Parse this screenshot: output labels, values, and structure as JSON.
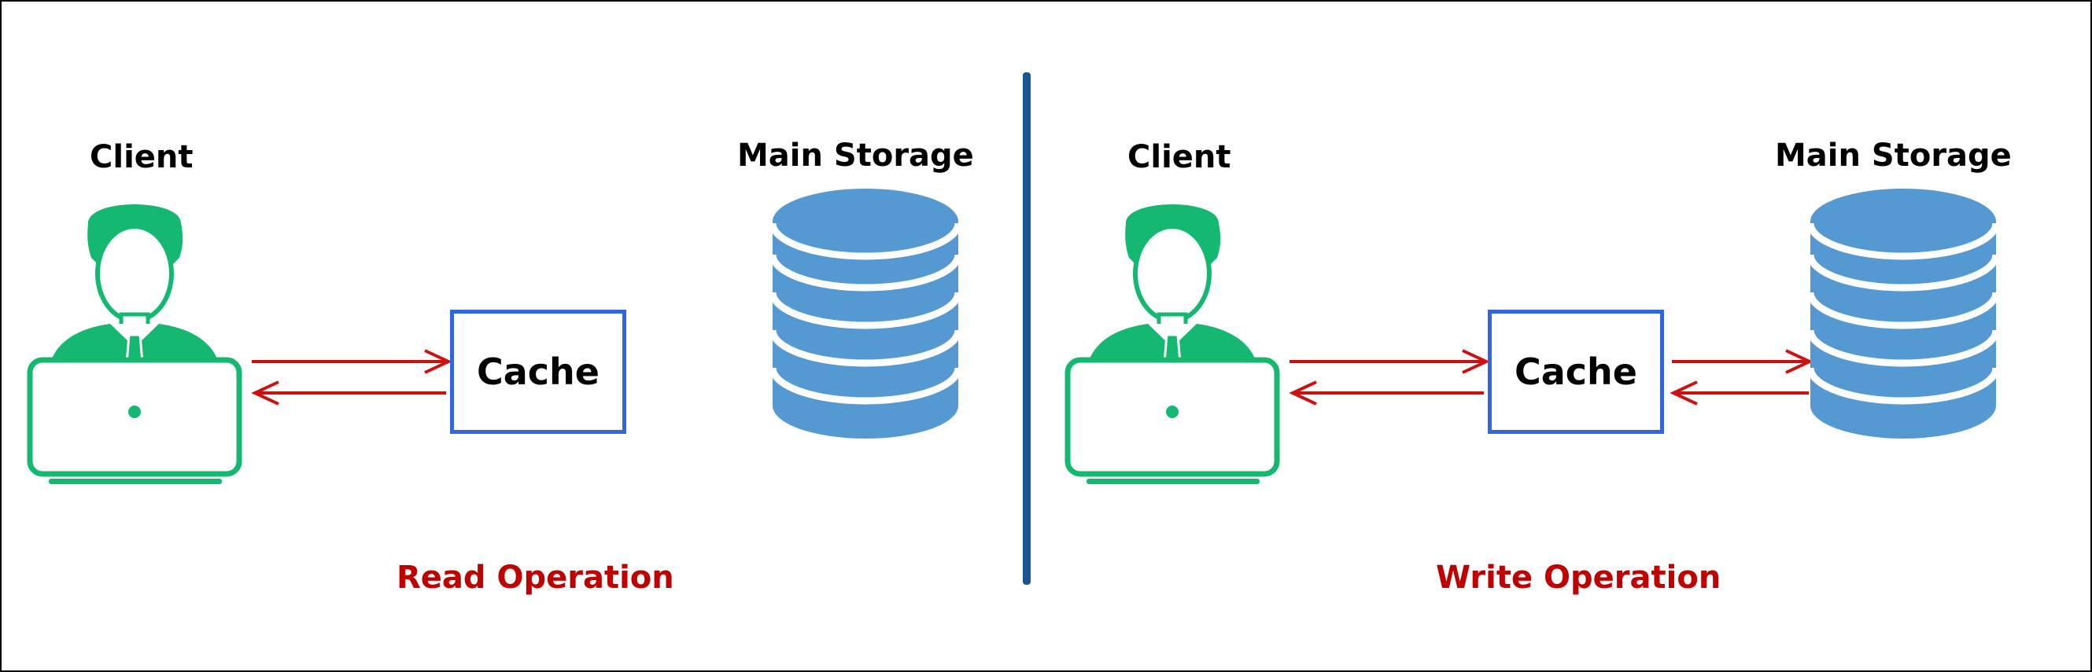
{
  "colors": {
    "client": "#14b870",
    "storage": "#5499d1",
    "cache_border": "#3366dd",
    "arrow": "#cc1111",
    "operation_text": "#c00000",
    "divider": "#1a5590"
  },
  "icons": {
    "client": "person-at-laptop-icon",
    "storage": "database-cylinder-icon"
  },
  "read_panel": {
    "client_label": "Client",
    "cache_label": "Cache",
    "storage_label": "Main Storage",
    "operation_label": "Read Operation"
  },
  "write_panel": {
    "client_label": "Client",
    "cache_label": "Cache",
    "storage_label": "Main Storage",
    "operation_label": "Write Operation"
  }
}
